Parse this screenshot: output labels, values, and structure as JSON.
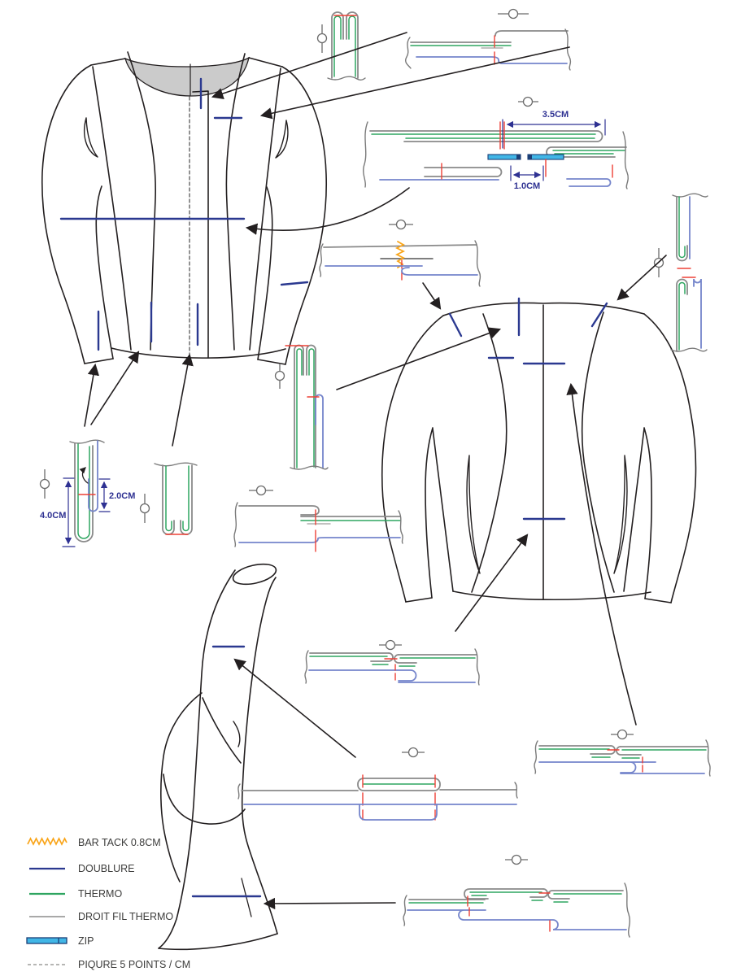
{
  "dimensions": {
    "zip_extension": "3.5CM",
    "zip_gap": "1.0CM",
    "hem_lining_depth": "2.0CM",
    "hem_depth": "4.0CM"
  },
  "legend": {
    "items": [
      {
        "label": "BAR TACK 0.8CM",
        "swatch": "zigzag",
        "color": "#F9A51A"
      },
      {
        "label": "DOUBLURE",
        "swatch": "solid-line",
        "color": "#2B3990"
      },
      {
        "label": "THERMO",
        "swatch": "solid-line",
        "color": "#2EA560"
      },
      {
        "label": "DROIT FIL THERMO",
        "swatch": "solid-line",
        "color": "#9D9D9C"
      },
      {
        "label": "ZIP",
        "swatch": "zip-bar",
        "color": "#41B6E6"
      },
      {
        "label": "PIQURE  5 POINTS / CM",
        "swatch": "dashed-line",
        "color": "#9D9D9C"
      }
    ]
  },
  "colors": {
    "outline": "#231F20",
    "fabric_gray": "#8A8A8A",
    "thermo_green": "#2EA560",
    "doublure_navy": "#2B3990",
    "lining_blue": "#7585CB",
    "stitch_red": "#EE4036",
    "bar_tack_orange": "#F9A51A",
    "zip_blue": "#41B6E6",
    "zip_outline": "#1B3F77",
    "dimension_navy": "#2E3192",
    "neck_fill_gray": "#CBCBCB"
  }
}
